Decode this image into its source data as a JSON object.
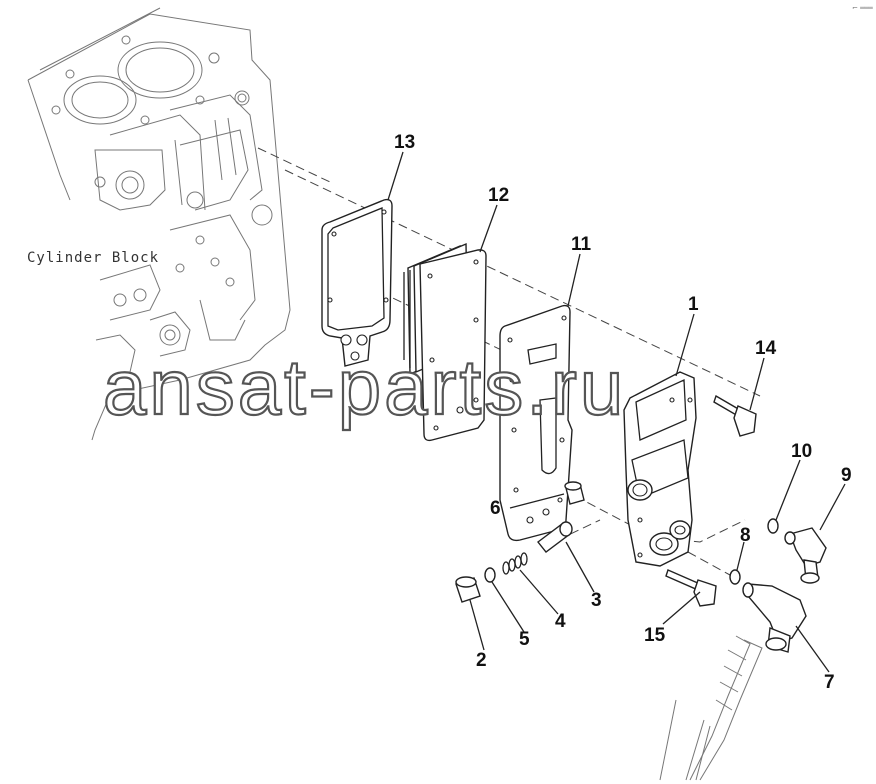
{
  "labels": {
    "cylinder_block": "Cylinder Block",
    "watermark": "ansat-parts.ru",
    "corner_mark": "⌐ ═══"
  },
  "callouts": [
    {
      "id": "1",
      "text": "1"
    },
    {
      "id": "2",
      "text": "2"
    },
    {
      "id": "3",
      "text": "3"
    },
    {
      "id": "4",
      "text": "4"
    },
    {
      "id": "5",
      "text": "5"
    },
    {
      "id": "6",
      "text": "6"
    },
    {
      "id": "7",
      "text": "7"
    },
    {
      "id": "8",
      "text": "8"
    },
    {
      "id": "9",
      "text": "9"
    },
    {
      "id": "10",
      "text": "10"
    },
    {
      "id": "11",
      "text": "11"
    },
    {
      "id": "12",
      "text": "12"
    },
    {
      "id": "13",
      "text": "13"
    },
    {
      "id": "14",
      "text": "14"
    },
    {
      "id": "15",
      "text": "15"
    }
  ]
}
